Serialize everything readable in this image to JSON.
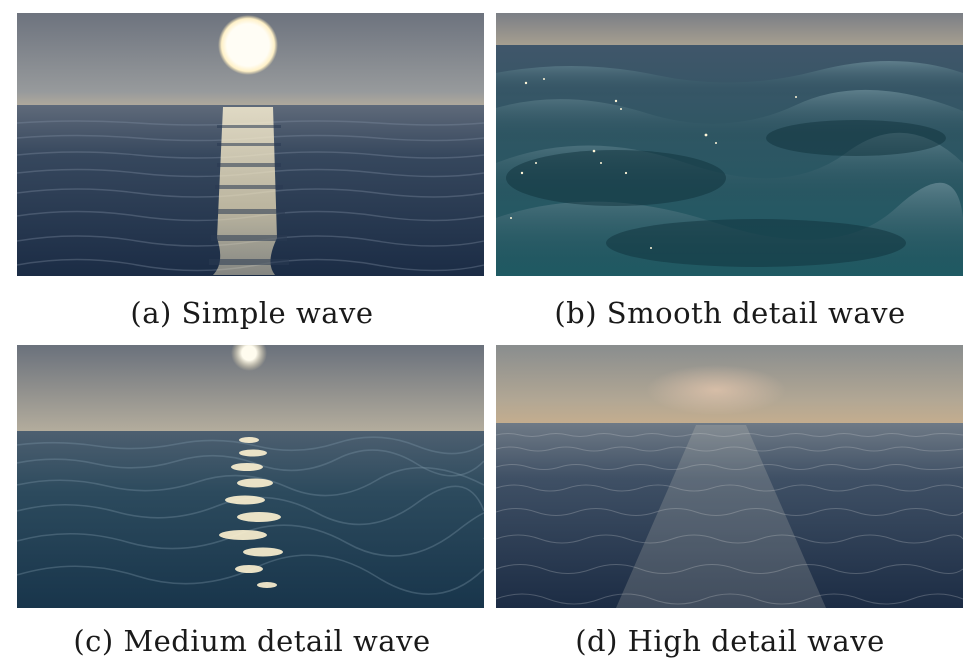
{
  "figure": {
    "panels": [
      {
        "caption": "(a) Simple wave",
        "scene": "calm ocean at sunset with large sun above horizon and sun reflection path"
      },
      {
        "caption": "(b) Smooth detail wave",
        "scene": "close view of rolling teal ocean swells with sparkles"
      },
      {
        "caption": "(c) Medium detail wave",
        "scene": "ocean with sun at top edge and glittering reflection on medium waves"
      },
      {
        "caption": "(d) High detail wave",
        "scene": "finely detailed choppy ocean under a hazy pastel sky"
      }
    ]
  }
}
